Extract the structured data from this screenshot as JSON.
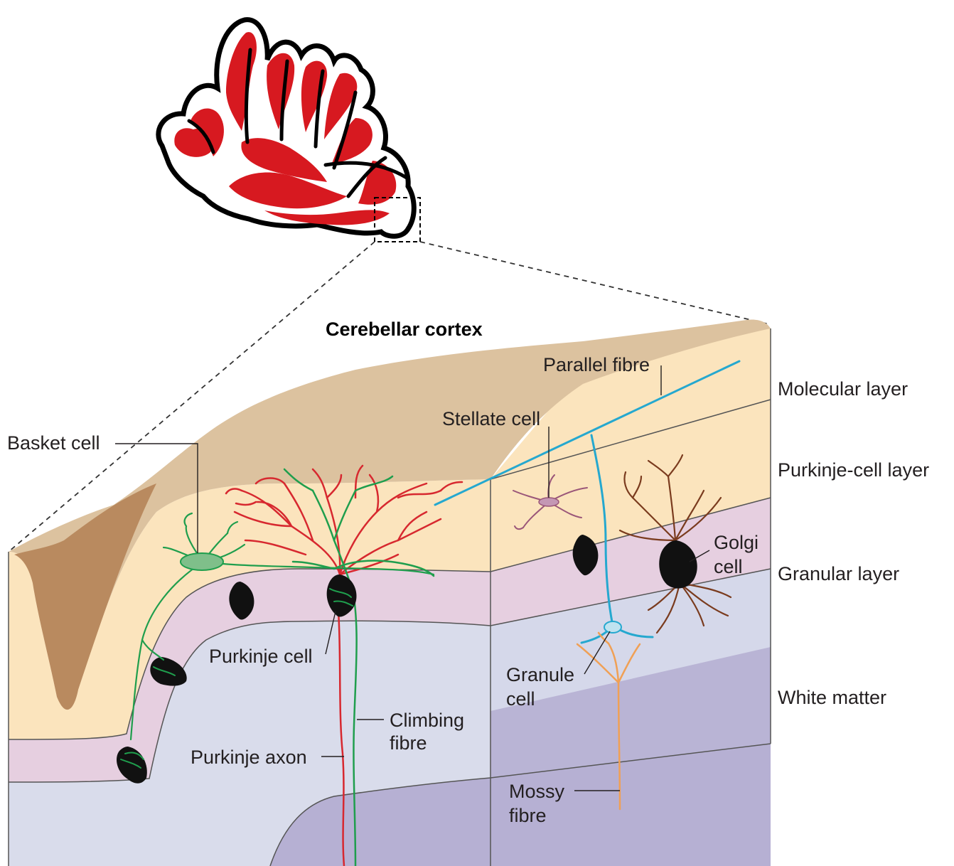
{
  "title": "Cerebellar cortex",
  "layers": {
    "molecular": "Molecular layer",
    "purkinje": "Purkinje-cell layer",
    "granular": "Granular layer",
    "white_matter": "White matter"
  },
  "labels": {
    "basket_cell": "Basket cell",
    "stellate_cell": "Stellate cell",
    "parallel_fibre": "Parallel fibre",
    "purkinje_cell": "Purkinje cell",
    "purkinje_axon": "Purkinje axon",
    "climbing_fibre_line1": "Climbing",
    "climbing_fibre_line2": "fibre",
    "golgi_cell_line1": "Golgi",
    "golgi_cell_line2": "cell",
    "granule_cell_line1": "Granule",
    "granule_cell_line2": "cell",
    "mossy_fibre_line1": "Mossy",
    "mossy_fibre_line2": "fibre"
  },
  "colors": {
    "molecular": "#fbe4bd",
    "purkinje_layer": "#e6cfe0",
    "granular": "#d9dceb",
    "white_matter": "#b6b0d3",
    "surface": "#dcc29f",
    "purkinje_dendrites": "#d7282f",
    "climbing_fibre": "#1f9e4d",
    "parallel_fibre": "#25a8cf",
    "mossy_fibre": "#f0a055",
    "golgi": "#7a3b1e",
    "stellate": "#9a5679",
    "cerebellum_grey": "#d71920"
  }
}
